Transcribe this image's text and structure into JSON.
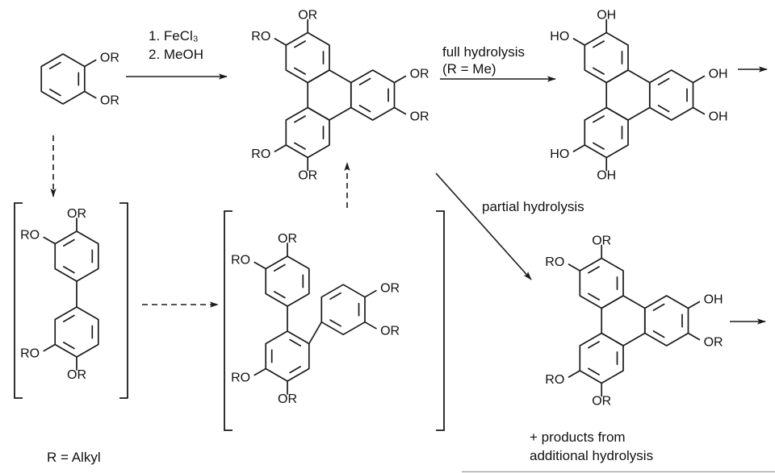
{
  "scheme": {
    "reagents": {
      "step1": "1. FeCl₃",
      "step2": "2. MeOH"
    },
    "full_hydrolysis": {
      "line1": "full hydrolysis",
      "line2": "(R = Me)"
    },
    "partial_hydrolysis": "partial hydrolysis",
    "r_definition": "R = Alkyl",
    "byproducts": {
      "line1": "+ products from",
      "line2": "additional hydrolysis"
    }
  },
  "molecules": {
    "catechol_ether": {
      "substituents": [
        "OR",
        "OR"
      ]
    },
    "hexaalkoxytriphenylene": {
      "substituents": [
        "RO",
        "OR",
        "OR",
        "OR",
        "RO",
        "OR"
      ]
    },
    "hexahydroxytriphenylene": {
      "substituents": [
        "HO",
        "OH",
        "OH",
        "OH",
        "HO",
        "OH"
      ]
    },
    "tetraalkoxybiphenyl": {
      "substituents": [
        "OR",
        "RO",
        "RO",
        "OR"
      ]
    },
    "hexaalkoxyterphenyl": {
      "substituents": [
        "OR",
        "RO",
        "OR",
        "OR",
        "RO",
        "OR"
      ]
    },
    "pentaalkoxy_hydroxy_triphenylene": {
      "substituents": [
        "RO",
        "OR",
        "OH",
        "OR",
        "RO",
        "OR"
      ]
    }
  }
}
